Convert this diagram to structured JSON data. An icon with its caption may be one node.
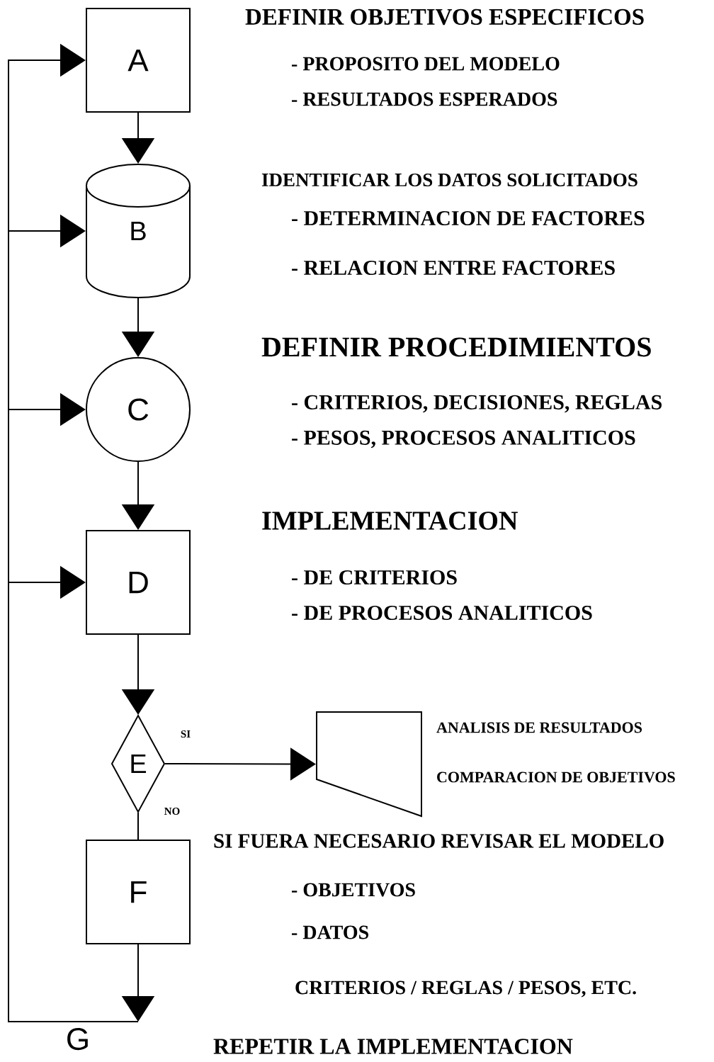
{
  "diagram": {
    "nodes": [
      {
        "text": [
          "A"
        ],
        "beside": [
          "DEFINIR OBJETIVOS ESPECIFICOS",
          "- PROPOSITO DEL MODELO",
          "- RESULTADOS ESPERADOS"
        ]
      },
      {
        "text": [
          "B"
        ],
        "beside": [
          "IDENTIFICAR LOS DATOS SOLICITADOS",
          "- DETERMINACION DE FACTORES",
          "- RELACION ENTRE FACTORES"
        ]
      },
      {
        "text": [
          "C"
        ],
        "beside": [
          "DEFINIR PROCEDIMIENTOS",
          "- CRITERIOS, DECISIONES, REGLAS",
          "- PESOS, PROCESOS ANALITICOS"
        ]
      },
      {
        "text": [
          "D"
        ],
        "beside": [
          "IMPLEMENTACION",
          "- DE CRITERIOS",
          "- DE PROCESOS ANALITICOS"
        ]
      },
      {
        "text": [
          "E"
        ]
      },
      {
        "text": [],
        "shape": "trapezoid",
        "beside": [
          "ANALISIS DE RESULTADOS",
          "COMPARACION DE OBJETIVOS"
        ]
      },
      {
        "text": [
          "F"
        ],
        "beside": [
          "SI FUERA NECESARIO REVISAR EL MODELO",
          "- OBJETIVOS",
          "- DATOS",
          "CRITERIOS / REGLAS / PESOS, ETC."
        ]
      },
      {
        "text": [
          "G"
        ]
      }
    ],
    "edges": [
      {
        "from": 0,
        "to": 1,
        "arrow": "to"
      },
      {
        "from": 1,
        "to": 2,
        "arrow": "to"
      },
      {
        "from": 2,
        "to": 3,
        "arrow": "to"
      },
      {
        "from": 3,
        "to": 4,
        "arrow": "to"
      },
      {
        "from": 4,
        "to": 5,
        "arrow": "to",
        "label": "SI"
      },
      {
        "from": 4,
        "to": 6,
        "arrow": "none",
        "label": "NO"
      },
      {
        "from": 6,
        "to": 7,
        "arrow": "to"
      },
      {
        "from": 7,
        "to": 0,
        "arrow": "to"
      },
      {
        "from": 7,
        "to": 1,
        "arrow": "to"
      },
      {
        "from": 7,
        "to": 2,
        "arrow": "to"
      },
      {
        "from": 7,
        "to": 3,
        "arrow": "to"
      }
    ],
    "labels": [
      "REPETIR LA IMPLEMENTACION"
    ]
  }
}
